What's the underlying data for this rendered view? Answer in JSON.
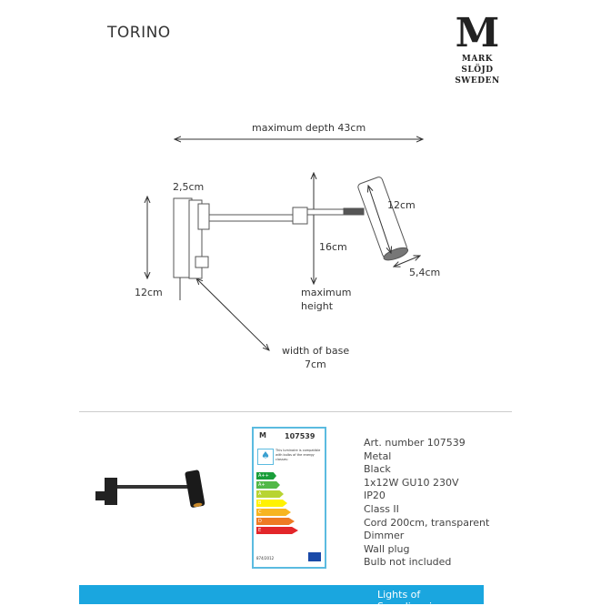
{
  "title": "TORINO",
  "logo": {
    "top": "M",
    "line1": "MARK",
    "line2": "SLÖJD",
    "line3": "SWEDEN"
  },
  "dimensions": {
    "depth": "maximum depth  43cm",
    "base_thickness": "2,5cm",
    "base_height": "12cm",
    "height_value": "16cm",
    "height_label1": "maximum",
    "height_label2": "height",
    "shade_length": "12cm",
    "shade_diameter": "5,4cm",
    "base_width_label": "width of base",
    "base_width_value": "7cm"
  },
  "energy_label": {
    "number": "107539",
    "text": "This luminaire is compatible with bulbs of the energy classes:",
    "classes": [
      "A++",
      "A+",
      "A",
      "B",
      "C",
      "D",
      "E"
    ],
    "regulation": "874/2012"
  },
  "specs": [
    "Art. number 107539",
    "Metal",
    "Black",
    "1x12W GU10 230V",
    "IP20",
    "Class II",
    "Cord 200cm, transparent",
    "Dimmer",
    "Wall plug",
    "Bulb not included"
  ],
  "footer": "Lights of Scandinavia",
  "colors": {
    "banner": "#1aa6df"
  }
}
